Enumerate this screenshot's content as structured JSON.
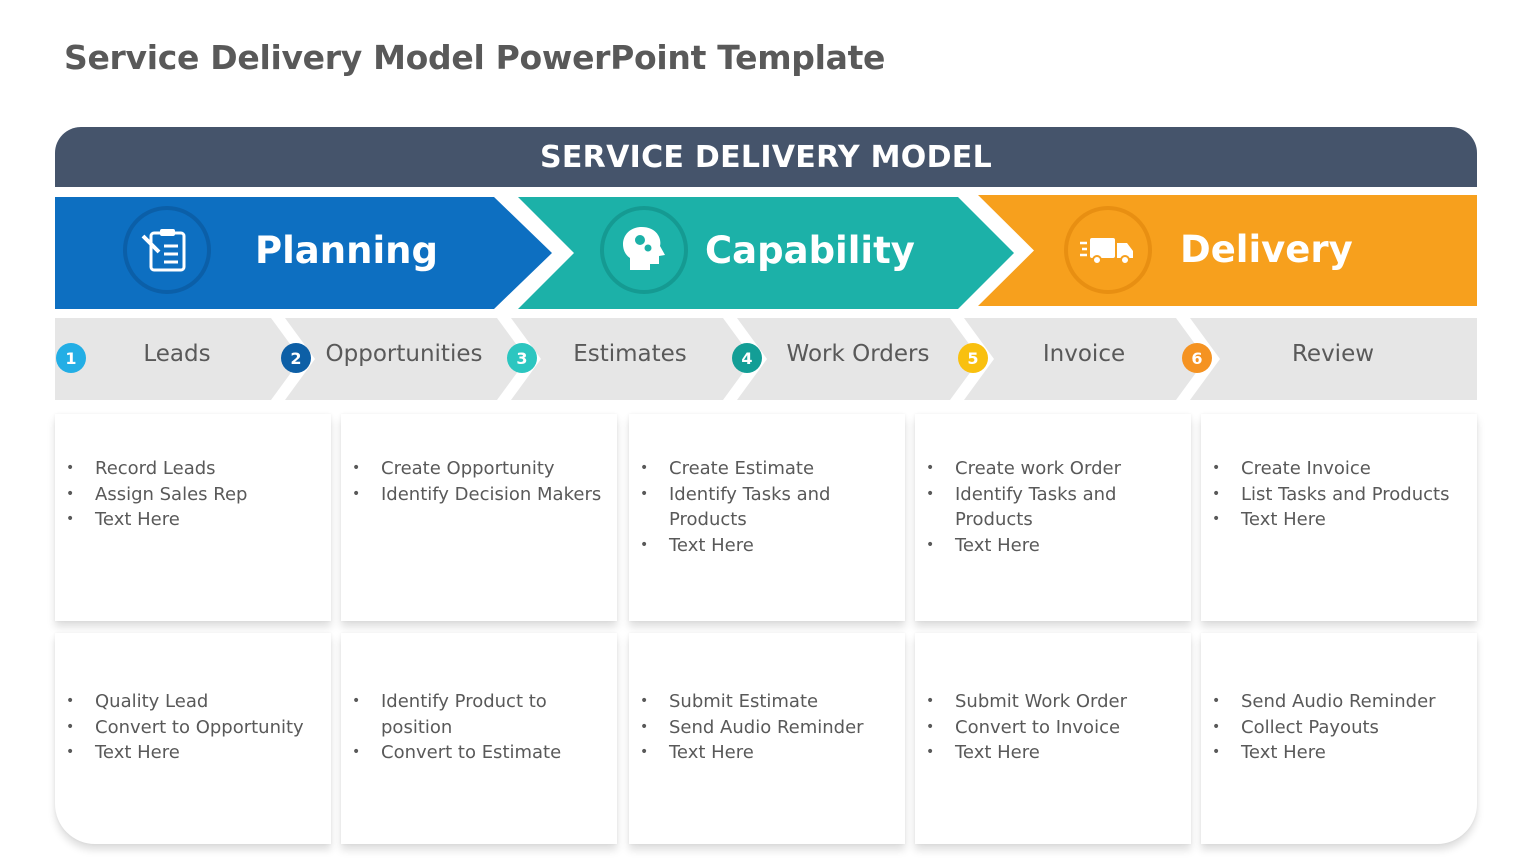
{
  "page": {
    "title": "Service Delivery Model PowerPoint Template"
  },
  "header": {
    "text": "SERVICE DELIVERY MODEL"
  },
  "phases": [
    {
      "label": "Planning",
      "icon": "clipboard-icon",
      "color": "#0d6fc1"
    },
    {
      "label": "Capability",
      "icon": "brain-gears-icon",
      "color": "#1cb1a8"
    },
    {
      "label": "Delivery",
      "icon": "truck-icon",
      "color": "#f7a01d"
    }
  ],
  "steps": [
    {
      "num": "1",
      "label": "Leads",
      "color": "#23aee5"
    },
    {
      "num": "2",
      "label": "Opportunities",
      "color": "#0d5fa6"
    },
    {
      "num": "3",
      "label": "Estimates",
      "color": "#2cc6c0"
    },
    {
      "num": "4",
      "label": "Work Orders",
      "color": "#139e96"
    },
    {
      "num": "5",
      "label": "Invoice",
      "color": "#f9c00f"
    },
    {
      "num": "6",
      "label": "Review",
      "color": "#f59322"
    }
  ],
  "cards_top": [
    {
      "items": [
        "Record Leads",
        "Assign Sales Rep",
        "Text Here"
      ]
    },
    {
      "items": [
        "Create Opportunity",
        "Identify Decision Makers"
      ]
    },
    {
      "items": [
        "Create Estimate",
        "Identify Tasks and Products",
        "Text Here"
      ]
    },
    {
      "items": [
        "Create work Order",
        "Identify Tasks and Products",
        "Text Here"
      ]
    },
    {
      "items": [
        "Create Invoice",
        "List Tasks and Products",
        "Text Here"
      ]
    }
  ],
  "cards_bottom": [
    {
      "items": [
        "Quality Lead",
        "Convert to Opportunity",
        "Text Here"
      ]
    },
    {
      "items": [
        "Identify Product to position",
        "Convert to Estimate"
      ]
    },
    {
      "items": [
        "Submit Estimate",
        "Send Audio Reminder",
        "Text Here"
      ]
    },
    {
      "items": [
        "Submit Work Order",
        "Convert to Invoice",
        "Text Here"
      ]
    },
    {
      "items": [
        "Send Audio Reminder",
        "Collect Payouts",
        "Text Here"
      ]
    }
  ],
  "colors": {
    "header_bg": "#45546b",
    "step_band": "#e6e6e6",
    "text_gray": "#595959"
  }
}
